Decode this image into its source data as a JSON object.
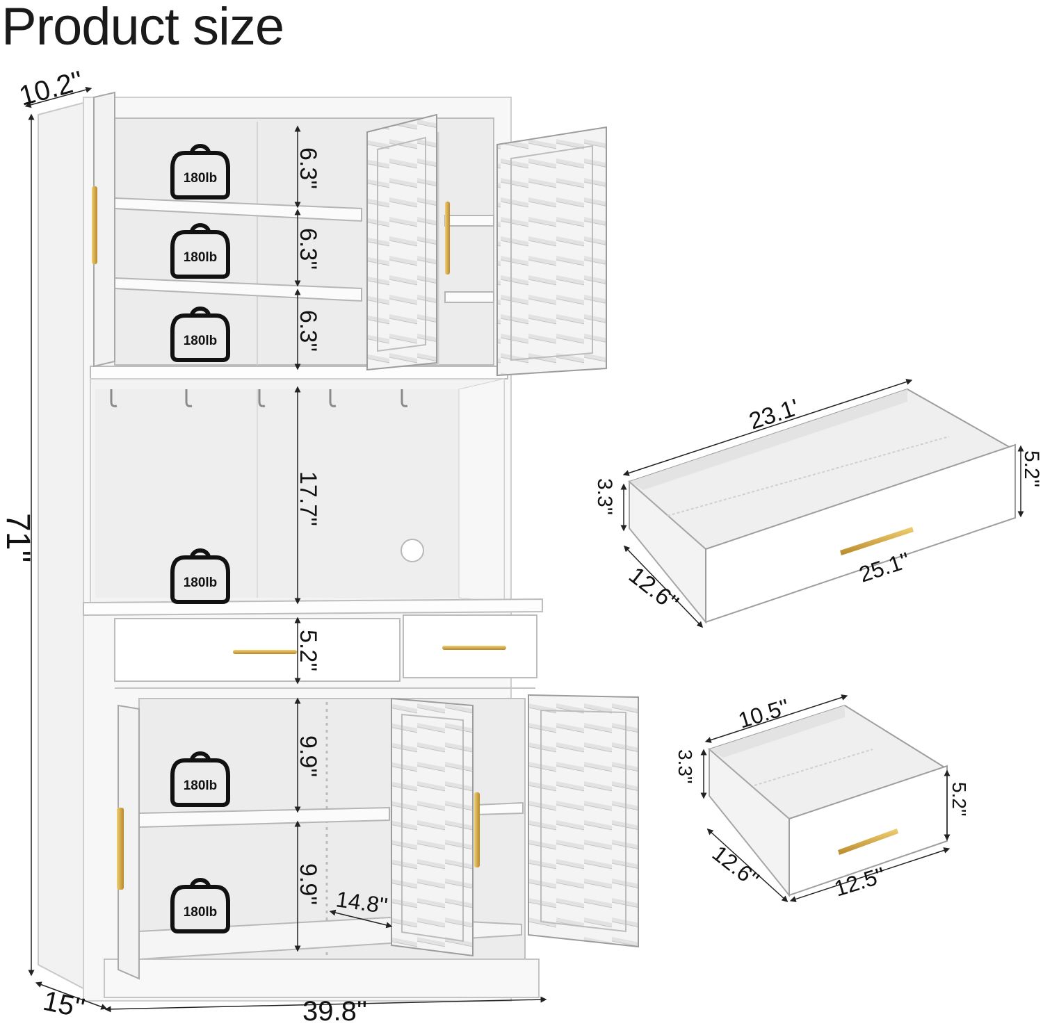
{
  "title": "Product size",
  "cabinet": {
    "height": "71''",
    "depth_top": "10.2''",
    "depth_bottom": "15''",
    "width": "39.8''",
    "inner_depth": "14.8''",
    "shelf_gaps": [
      "6.3''",
      "6.3''",
      "6.3''",
      "17.7''",
      "5.2''",
      "9.9''",
      "9.9''"
    ],
    "weight_label": "180lb"
  },
  "large_drawer": {
    "top_width": "23.1'",
    "front_width": "25.1''",
    "depth": "12.6''",
    "back_height": "3.3''",
    "front_height": "5.2''"
  },
  "small_drawer": {
    "top_width": "10.5''",
    "front_width": "12.5''",
    "depth": "12.6''",
    "back_height": "3.3''",
    "front_height": "5.2''"
  },
  "colors": {
    "panel": "#f6f6f6",
    "panel_shade": "#e6e6e6",
    "edge": "#9a9a9a",
    "handle": "#d4a93a",
    "dim_line": "#222222"
  }
}
